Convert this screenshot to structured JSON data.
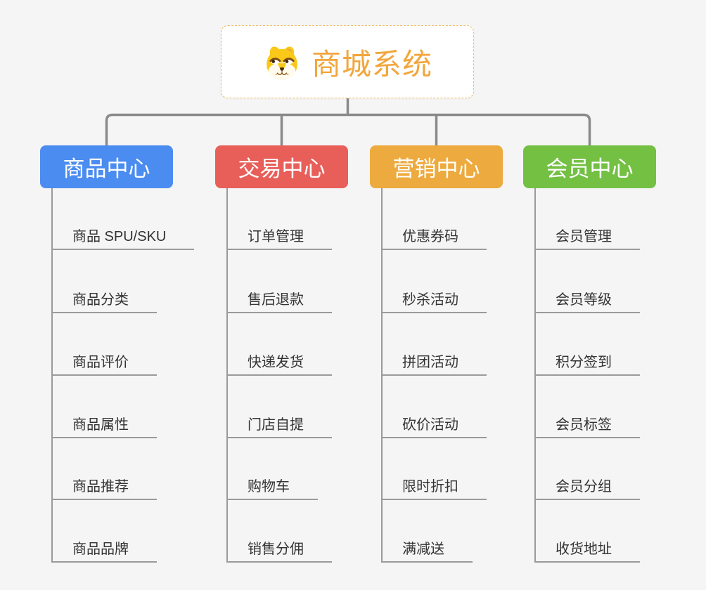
{
  "canvas": {
    "background_color": "#F5F5F5",
    "connector_color": "#8A8A8A",
    "underline_color": "#9A9A9A",
    "item_text_color": "#333333"
  },
  "root": {
    "label": "商城系统",
    "icon": "shiba-dog-icon",
    "text_color": "#F2A63C",
    "border_color": "#F2BC62",
    "background_color": "#FFFFFF"
  },
  "branches": [
    {
      "label": "商品中心",
      "color": "#4B8CF0",
      "items": [
        "商品 SPU/SKU",
        "商品分类",
        "商品评价",
        "商品属性",
        "商品推荐",
        "商品品牌"
      ]
    },
    {
      "label": "交易中心",
      "color": "#E85F5A",
      "items": [
        "订单管理",
        "售后退款",
        "快递发货",
        "门店自提",
        "购物车",
        "销售分佣"
      ]
    },
    {
      "label": "营销中心",
      "color": "#EDAA3E",
      "items": [
        "优惠券码",
        "秒杀活动",
        "拼团活动",
        "砍价活动",
        "限时折扣",
        "满减送"
      ]
    },
    {
      "label": "会员中心",
      "color": "#73C043",
      "items": [
        "会员管理",
        "会员等级",
        "积分签到",
        "会员标签",
        "会员分组",
        "收货地址"
      ]
    }
  ]
}
